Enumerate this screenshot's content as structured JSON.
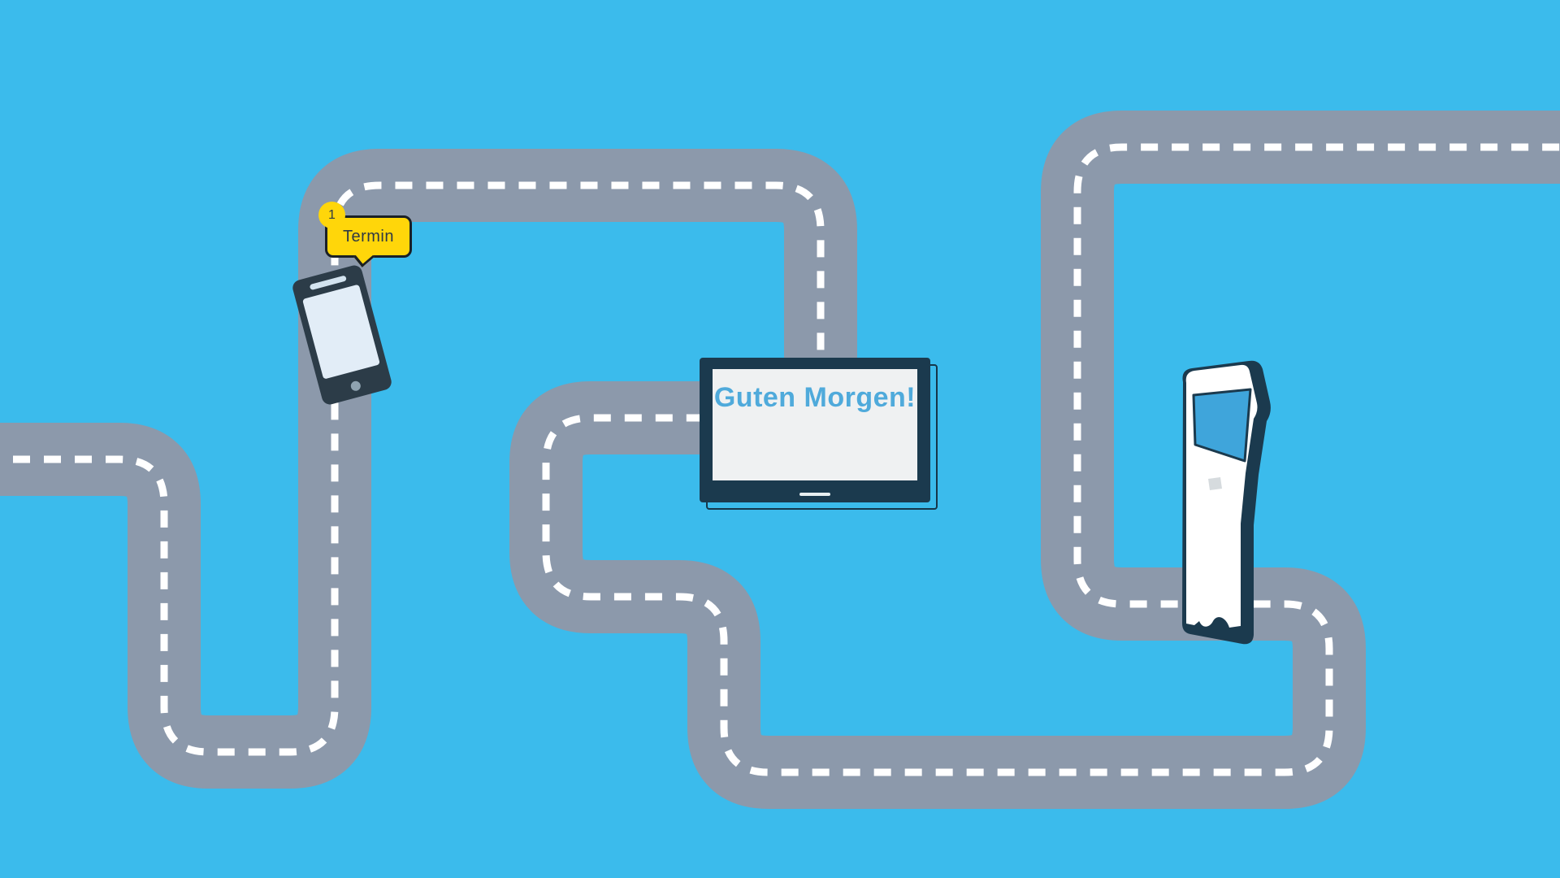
{
  "scene": {
    "background_color": "#3bbbec",
    "road": {
      "color": "#8c99ab",
      "lane_marking_color": "#ffffff"
    },
    "phone": {
      "body_color": "#2c3c48",
      "screen_color": "#e2edf7"
    },
    "notification": {
      "badge_count": "1",
      "label": "Termin",
      "bubble_color": "#ffd60a",
      "border_color": "#1a2026",
      "text_color": "#2f3a44"
    },
    "monitor": {
      "greeting": "Guten Morgen!",
      "frame_color": "#1b3a4e",
      "screen_color": "#eff1f2",
      "text_color": "#4faadb"
    },
    "kiosk": {
      "body_color": "#ffffff",
      "side_color": "#1b3a4e",
      "screen_color": "#3fa5db"
    },
    "icons": [
      "journey-road-path",
      "smartphone-icon",
      "notification-bubble-icon",
      "tv-monitor-icon",
      "kiosk-terminal-icon"
    ]
  }
}
